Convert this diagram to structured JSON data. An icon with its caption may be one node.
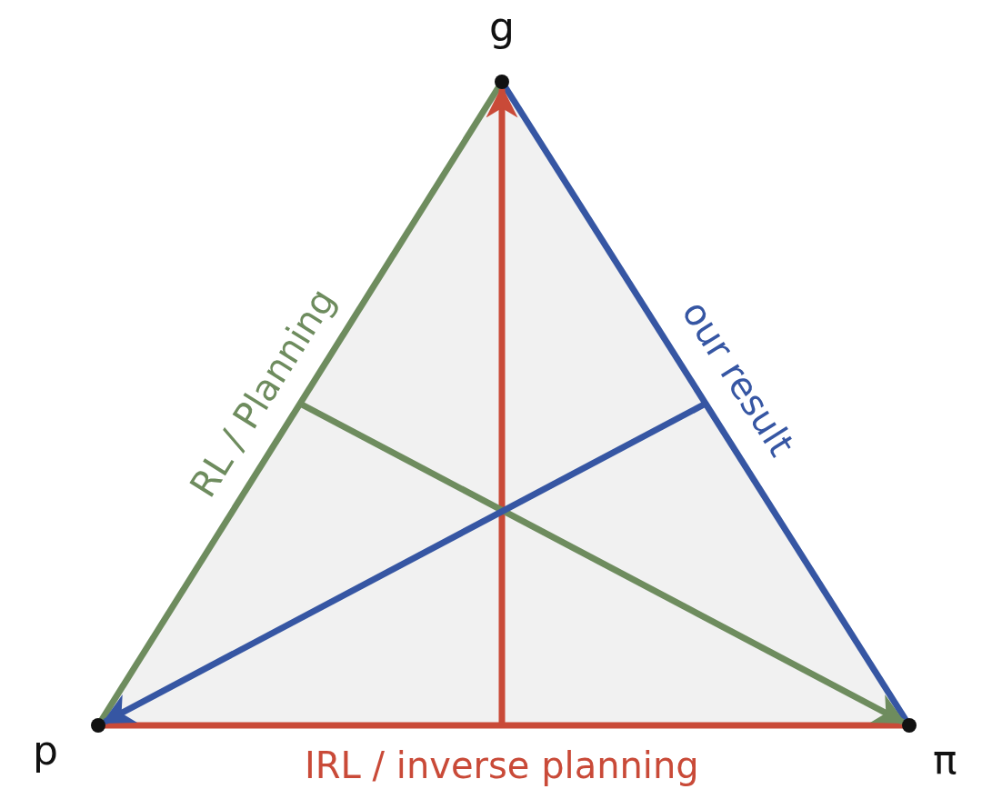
{
  "diagram": {
    "nodes": [
      {
        "text": [
          "g"
        ]
      },
      {
        "text": [
          "p"
        ]
      },
      {
        "text": [
          "π"
        ]
      }
    ],
    "edges": [
      {
        "from": 1,
        "to": 0,
        "arrow": "none",
        "label": "RL / Planning",
        "color": "#6e8c5e"
      },
      {
        "from": 0,
        "to": 2,
        "arrow": "none",
        "label": "our result",
        "color": "#3656a3"
      },
      {
        "from": 1,
        "to": 2,
        "arrow": "none",
        "label": "IRL / inverse planning",
        "color": "#c94a38"
      },
      {
        "from": null,
        "to": 0,
        "arrow": "to",
        "color": "#c94a38"
      },
      {
        "from": null,
        "to": 2,
        "arrow": "to",
        "color": "#6e8c5e"
      },
      {
        "from": null,
        "to": 1,
        "arrow": "to",
        "color": "#3656a3"
      }
    ]
  }
}
